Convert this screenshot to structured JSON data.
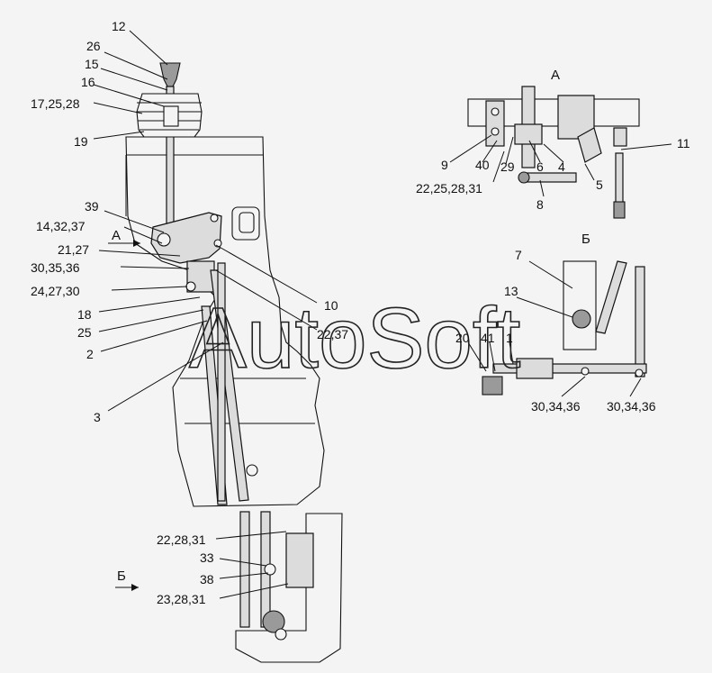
{
  "watermark": "AutoSoft",
  "views": {
    "A_top": "А",
    "A_arrow": "А",
    "B_top": "Б",
    "B_arrow": "Б"
  },
  "callouts": {
    "c12": "12",
    "c26": "26",
    "c15": "15",
    "c16": "16",
    "c17": "17,25,28",
    "c19": "19",
    "c39": "39",
    "c14": "14,32,37",
    "c21": "21,27",
    "c30a": "30,35,36",
    "c24": "24,27,30",
    "c18": "18",
    "c25": "25",
    "c2": "2",
    "c3": "3",
    "c10": "10",
    "c22a": "22,37",
    "c9": "9",
    "c40": "40",
    "c29": "29",
    "c6": "6",
    "c4": "4",
    "c11": "11",
    "c5": "5",
    "c8": "8",
    "c22b": "22,25,28,31",
    "c7": "7",
    "c13": "13",
    "c20": "20",
    "c41": "41",
    "c1": "1",
    "c30b": "30,34,36",
    "c30c": "30,34,36",
    "c22c": "22,28,31",
    "c33": "33",
    "c38": "38",
    "c23": "23,28,31"
  }
}
